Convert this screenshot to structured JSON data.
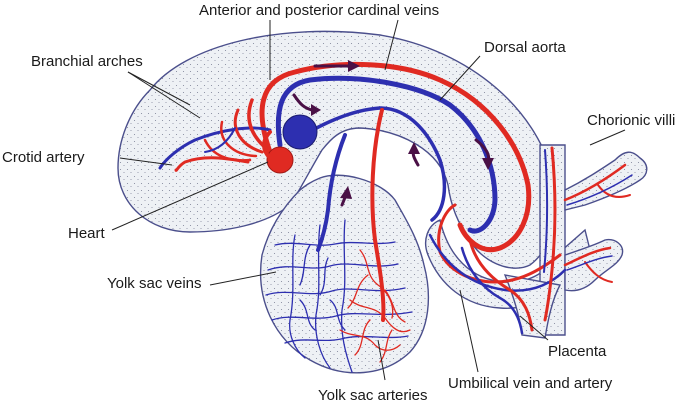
{
  "labels": {
    "cardinal_veins": "Anterior and posterior cardinal veins",
    "branchial_arches": "Branchial arches",
    "dorsal_aorta": "Dorsal aorta",
    "chorionic_villi": "Chorionic villi",
    "crotid_artery": "Crotid artery",
    "heart": "Heart",
    "yolk_sac_veins": "Yolk sac veins",
    "placenta": "Placenta",
    "umbilical": "Umbilical vein and artery",
    "yolk_sac_arteries": "Yolk sac arteries"
  },
  "colors": {
    "artery": "#e02a22",
    "vein": "#2d2fb0",
    "tissue": "#eef1f5",
    "outline": "#4b4f8c",
    "flow_arrow": "#4a1046"
  }
}
